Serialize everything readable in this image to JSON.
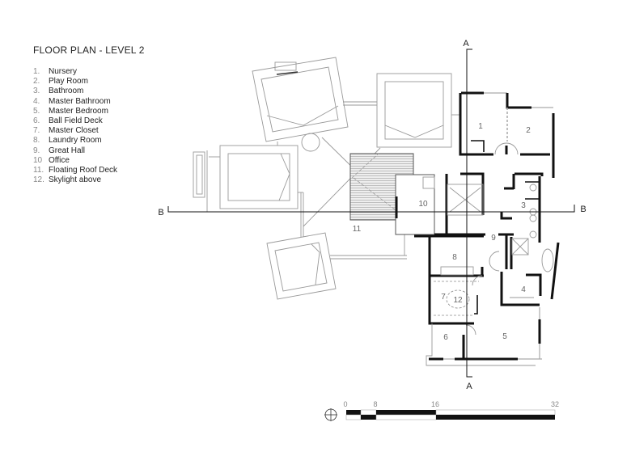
{
  "title": "FLOOR PLAN - LEVEL 2",
  "legend": [
    {
      "num": "1.",
      "label": "Nursery"
    },
    {
      "num": "2.",
      "label": "Play Room"
    },
    {
      "num": "3.",
      "label": "Bathroom"
    },
    {
      "num": "4.",
      "label": "Master Bathroom"
    },
    {
      "num": "5.",
      "label": "Master Bedroom"
    },
    {
      "num": "6.",
      "label": "Ball Field Deck"
    },
    {
      "num": "7.",
      "label": "Master Closet"
    },
    {
      "num": "8.",
      "label": "Laundry Room"
    },
    {
      "num": "9.",
      "label": "Great Hall"
    },
    {
      "num": "10",
      "label": "Office"
    },
    {
      "num": "11.",
      "label": "Floating Roof Deck"
    },
    {
      "num": "12.",
      "label": "Skylight above"
    }
  ],
  "room_labels": [
    "1",
    "2",
    "3",
    "4",
    "5",
    "6",
    "7",
    "8",
    "9",
    "10",
    "11",
    "12"
  ],
  "sections": {
    "a_top": "A",
    "a_bottom": "A",
    "b_left": "B",
    "b_right": "B"
  },
  "scale_bar": {
    "ticks": [
      "0",
      "8",
      "16",
      "32"
    ]
  },
  "colors": {
    "wall": "#111111",
    "outline": "#999999",
    "deck": "#d8d8d8"
  }
}
